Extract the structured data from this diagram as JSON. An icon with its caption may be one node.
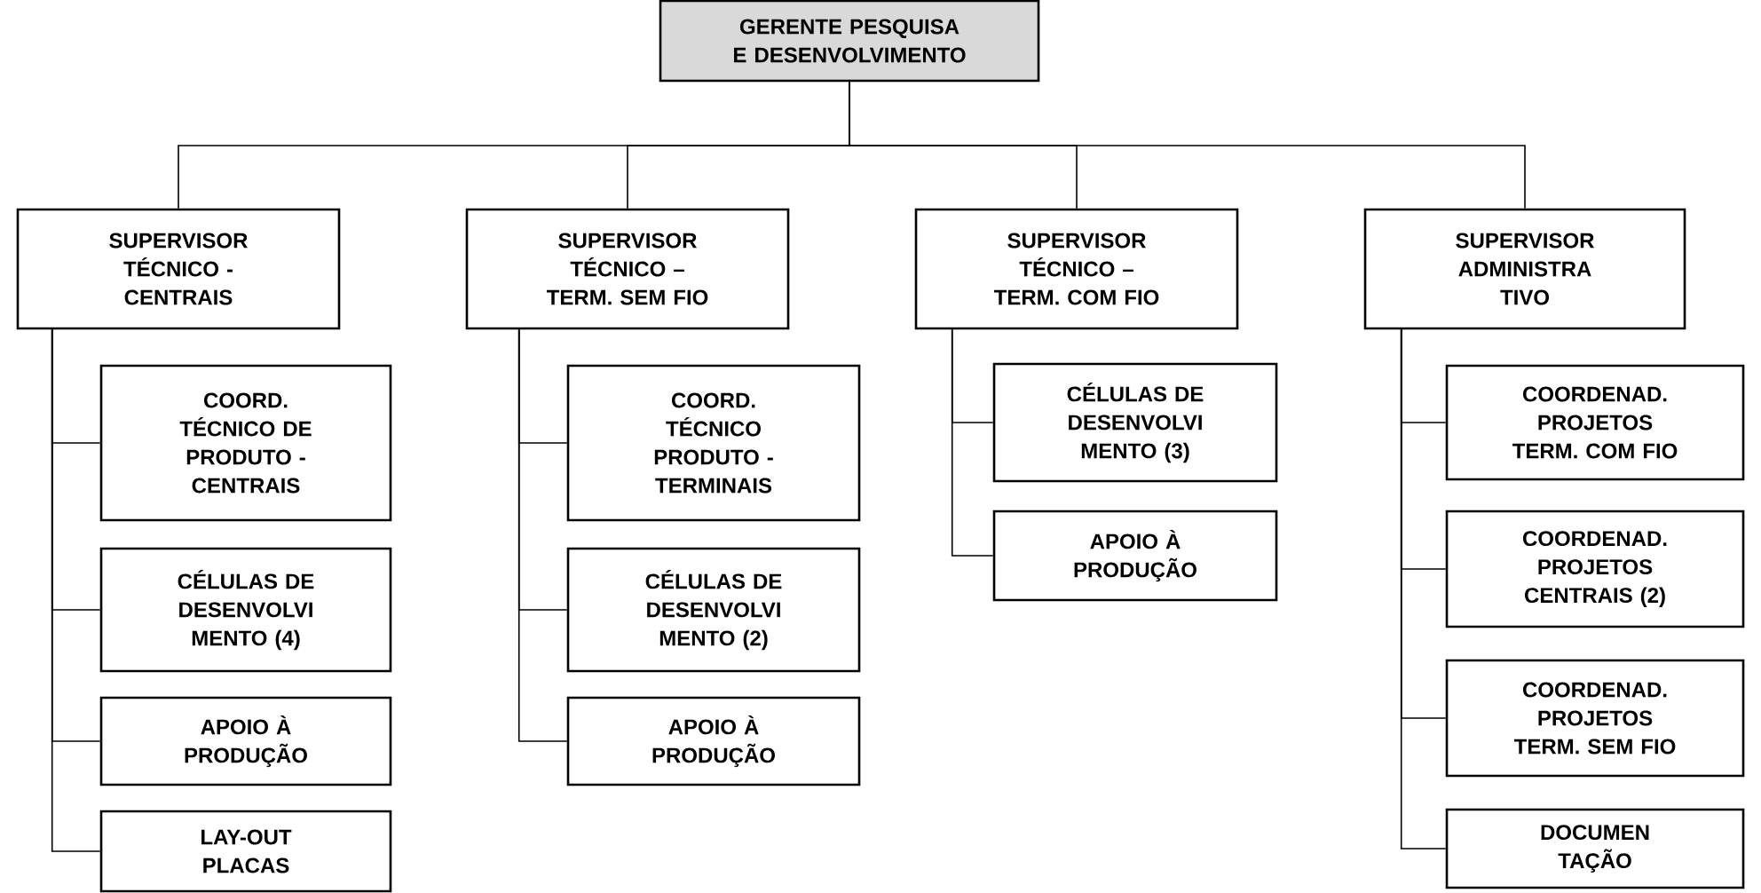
{
  "diagram": {
    "nodes": [
      {
        "text": [
          "GERENTE PESQUISA E DESENVOLVIMENTO"
        ]
      },
      {
        "text": [
          "SUPERVISOR TÉCNICO - CENTRAIS"
        ]
      },
      {
        "text": [
          "SUPERVISOR TÉCNICO – TERM. SEM FIO"
        ]
      },
      {
        "text": [
          "SUPERVISOR TÉCNICO – TERM. COM FIO"
        ]
      },
      {
        "text": [
          "SUPERVISOR ADMINISTRA TIVO"
        ]
      },
      {
        "text": [
          "COORD. TÉCNICO DE PRODUTO - CENTRAIS"
        ]
      },
      {
        "text": [
          "CÉLULAS DE DESENVOLVI MENTO (4)"
        ]
      },
      {
        "text": [
          "APOIO À PRODUÇÃO"
        ]
      },
      {
        "text": [
          "LAY-OUT PLACAS"
        ]
      },
      {
        "text": [
          "COORD. TÉCNICO PRODUTO - TERMINAIS"
        ]
      },
      {
        "text": [
          "CÉLULAS DE DESENVOLVI MENTO (2)"
        ]
      },
      {
        "text": [
          "APOIO À PRODUÇÃO"
        ]
      },
      {
        "text": [
          "CÉLULAS DE DESENVOLVI MENTO (3)"
        ]
      },
      {
        "text": [
          "APOIO À PRODUÇÃO"
        ]
      },
      {
        "text": [
          "COORDENAD. PROJETOS TERM. COM FIO"
        ]
      },
      {
        "text": [
          "COORDENAD. PROJETOS CENTRAIS (2)"
        ]
      },
      {
        "text": [
          "COORDENAD. PROJETOS TERM. SEM FIO"
        ]
      },
      {
        "text": [
          "DOCUMEN TAÇÃO"
        ]
      }
    ],
    "edges": [
      {
        "from": 0,
        "to": 1,
        "arrow": "none"
      },
      {
        "from": 0,
        "to": 2,
        "arrow": "none"
      },
      {
        "from": 0,
        "to": 3,
        "arrow": "none"
      },
      {
        "from": 0,
        "to": 4,
        "arrow": "none"
      },
      {
        "from": 1,
        "to": 5,
        "arrow": "none"
      },
      {
        "from": 1,
        "to": 6,
        "arrow": "none"
      },
      {
        "from": 1,
        "to": 7,
        "arrow": "none"
      },
      {
        "from": 1,
        "to": 8,
        "arrow": "none"
      },
      {
        "from": 2,
        "to": 9,
        "arrow": "none"
      },
      {
        "from": 2,
        "to": 10,
        "arrow": "none"
      },
      {
        "from": 2,
        "to": 11,
        "arrow": "none"
      },
      {
        "from": 3,
        "to": 12,
        "arrow": "none"
      },
      {
        "from": 3,
        "to": 13,
        "arrow": "none"
      },
      {
        "from": 4,
        "to": 14,
        "arrow": "none"
      },
      {
        "from": 4,
        "to": 15,
        "arrow": "none"
      },
      {
        "from": 4,
        "to": 16,
        "arrow": "none"
      },
      {
        "from": 4,
        "to": 17,
        "arrow": "none"
      }
    ]
  }
}
